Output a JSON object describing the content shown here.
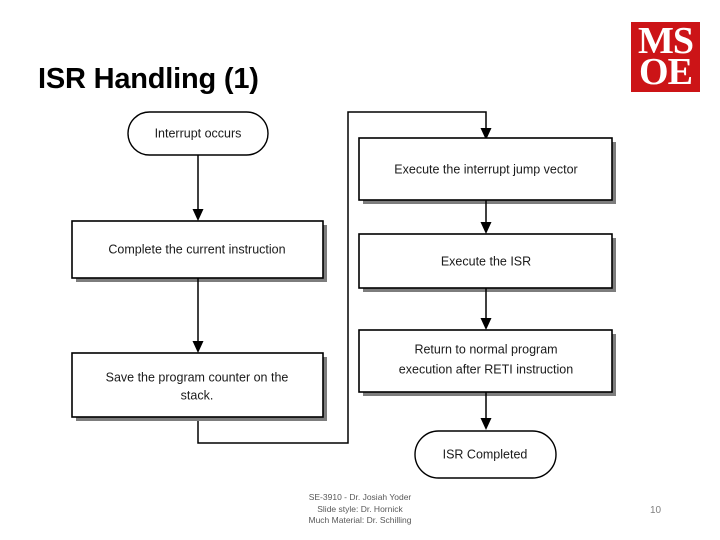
{
  "slide": {
    "title": "ISR Handling (1)",
    "page_number": "10"
  },
  "logo": {
    "name": "MSOE",
    "line1": "MS",
    "line2": "OE",
    "color": "#cc1417"
  },
  "diagram": {
    "type": "flowchart",
    "nodes": [
      {
        "id": "interrupt-occurs",
        "label": "Interrupt occurs",
        "shape": "rounded",
        "column": "left"
      },
      {
        "id": "complete-current-instruction",
        "label": "Complete the current instruction",
        "shape": "rectangle",
        "column": "left"
      },
      {
        "id": "save-program-counter",
        "label_line1": "Save the program counter on the",
        "label_line2": "stack.",
        "shape": "rectangle",
        "column": "left"
      },
      {
        "id": "execute-interrupt-jump-vector",
        "label": "Execute the interrupt jump vector",
        "shape": "rectangle",
        "column": "right"
      },
      {
        "id": "execute-the-isr",
        "label": "Execute the ISR",
        "shape": "rectangle",
        "column": "right"
      },
      {
        "id": "return-to-normal-program",
        "label_line1": "Return to normal program",
        "label_line2": "execution after RETI instruction",
        "shape": "rectangle",
        "column": "right"
      },
      {
        "id": "isr-completed",
        "label": "ISR Completed",
        "shape": "rounded",
        "column": "right"
      }
    ],
    "edges": [
      {
        "from": "interrupt-occurs",
        "to": "complete-current-instruction"
      },
      {
        "from": "complete-current-instruction",
        "to": "save-program-counter"
      },
      {
        "from": "save-program-counter",
        "to": "execute-interrupt-jump-vector"
      },
      {
        "from": "execute-interrupt-jump-vector",
        "to": "execute-the-isr"
      },
      {
        "from": "execute-the-isr",
        "to": "return-to-normal-program"
      },
      {
        "from": "return-to-normal-program",
        "to": "isr-completed"
      }
    ]
  },
  "footer": {
    "line1": "SE-3910  - Dr. Josiah Yoder",
    "line2": "Slide style: Dr. Hornick",
    "line3": "Much Material: Dr. Schilling"
  }
}
